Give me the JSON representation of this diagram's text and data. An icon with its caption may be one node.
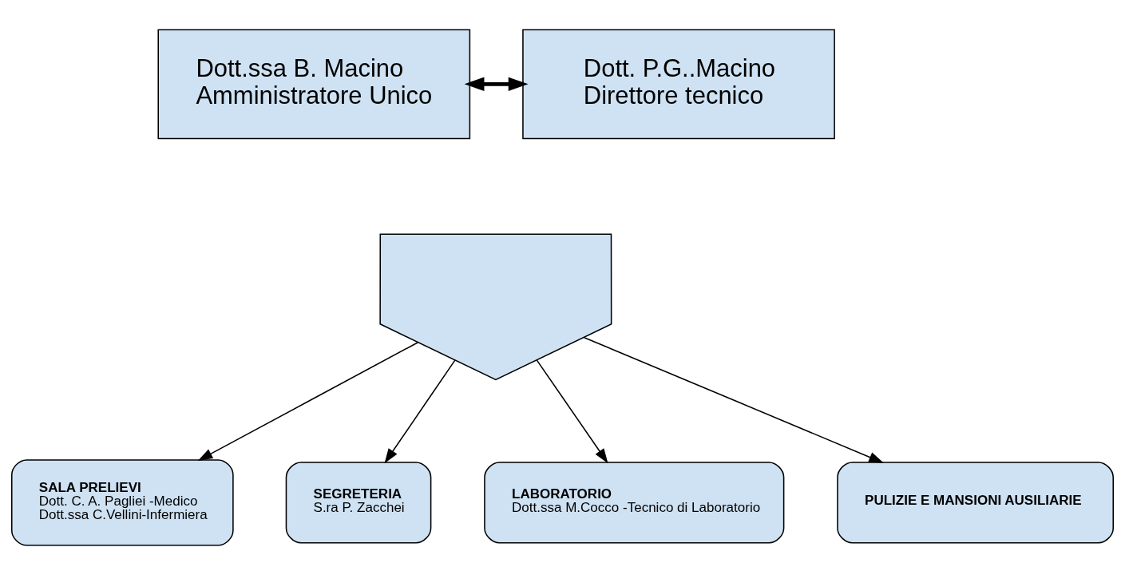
{
  "diagram": {
    "nodes": [
      {
        "text": [
          "Dott.ssa B. Macino",
          "Amministratore Unico"
        ]
      },
      {
        "text": [
          "Dott. P.G..Macino",
          "Direttore tecnico"
        ]
      },
      {
        "text": [],
        "shape": "arrow"
      },
      {
        "text": [
          "SALA PRELIEVI",
          "Dott. C. A. Pagliei -Medico",
          "Dott.ssa C.Vellini-Infermiera"
        ]
      },
      {
        "text": [
          "SEGRETERIA",
          "S.ra P. Zacchei"
        ]
      },
      {
        "text": [
          "LABORATORIO",
          "Dott.ssa M.Cocco -Tecnico di Laboratorio"
        ]
      },
      {
        "text": [
          "PULIZIE E MANSIONI AUSILIARIE"
        ]
      }
    ],
    "edges": [
      {
        "from": 0,
        "to": 1,
        "arrow": "both",
        "style": "thick"
      },
      {
        "from": 2,
        "to": 3,
        "arrow": "to"
      },
      {
        "from": 2,
        "to": 4,
        "arrow": "to"
      },
      {
        "from": 2,
        "to": 5,
        "arrow": "to"
      },
      {
        "from": 2,
        "to": 6,
        "arrow": "to"
      }
    ]
  }
}
